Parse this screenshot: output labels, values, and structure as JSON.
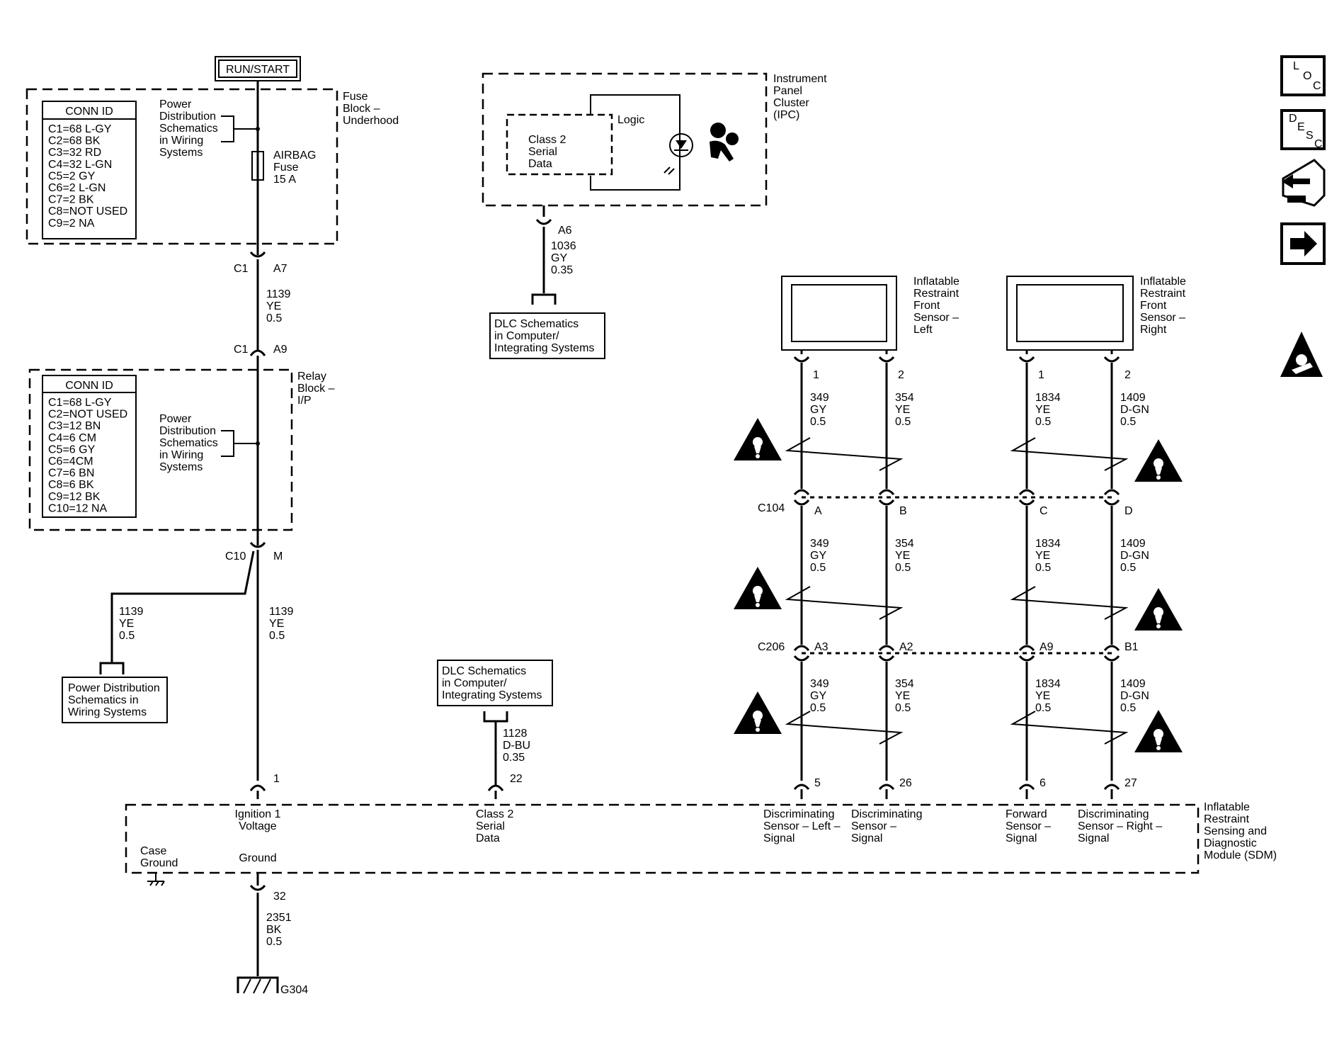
{
  "run_start": "RUN/START",
  "fuse_block": {
    "label": [
      "Fuse",
      "Block –",
      "Underhood"
    ],
    "conn_title": "CONN ID",
    "conn_list": [
      "C1=68 L-GY",
      "C2=68 BK",
      "C3=32 RD",
      "C4=32 L-GN",
      "C5=2 GY",
      "C6=2 L-GN",
      "C7=2 BK",
      "C8=NOT USED",
      "C9=2 NA"
    ],
    "power_ref": [
      "Power",
      "Distribution",
      "Schematics",
      "in Wiring",
      "Systems"
    ],
    "fuse_label": [
      "AIRBAG",
      "Fuse",
      "15 A"
    ]
  },
  "c1_top": {
    "left": "C1",
    "right": "A7"
  },
  "wire_1139_a": [
    "1139",
    "YE",
    "0.5"
  ],
  "c1_bottom": {
    "left": "C1",
    "right": "A9"
  },
  "relay_block": {
    "label": [
      "Relay",
      "Block –",
      "I/P"
    ],
    "conn_title": "CONN ID",
    "conn_list": [
      "C1=68 L-GY",
      "C2=NOT USED",
      "C3=12 BN",
      "C4=6 CM",
      "C5=6 GY",
      "C6=4CM",
      "C7=6 BN",
      "C8=6 BK",
      "C9=12 BK",
      "C10=12 NA"
    ],
    "power_ref": [
      "Power",
      "Distribution",
      "Schematics",
      "in Wiring",
      "Systems"
    ]
  },
  "c10": {
    "left": "C10",
    "right": "M"
  },
  "wire_1139_branch": [
    "1139",
    "YE",
    "0.5"
  ],
  "wire_1139_main": [
    "1139",
    "YE",
    "0.5"
  ],
  "power_dist_box": [
    "Power Distribution",
    "Schematics in",
    "Wiring Systems"
  ],
  "ipc": {
    "label": [
      "Instrument",
      "Panel",
      "Cluster",
      "(IPC)"
    ],
    "logic": "Logic",
    "class2": [
      "Class 2",
      "Serial",
      "Data"
    ],
    "pin": "A6",
    "wire": [
      "1036",
      "GY",
      "0.35"
    ]
  },
  "dlc_top": [
    "DLC Schematics",
    "in Computer/",
    "Integrating Systems"
  ],
  "dlc_bottom": [
    "DLC Schematics",
    "in Computer/",
    "Integrating Systems"
  ],
  "wire_1128": [
    "1128",
    "D-BU",
    "0.35"
  ],
  "sensor_left": {
    "label": [
      "Inflatable",
      "Restraint",
      "Front",
      "Sensor –",
      "Left"
    ],
    "pins": [
      "1",
      "2"
    ]
  },
  "sensor_right": {
    "label": [
      "Inflatable",
      "Restraint",
      "Front",
      "Sensor –",
      "Right"
    ],
    "pins": [
      "1",
      "2"
    ]
  },
  "circuits": [
    {
      "wire": [
        "349",
        "GY",
        "0.5"
      ],
      "c104": "A",
      "c206": "A3",
      "sdm_pin": "5"
    },
    {
      "wire": [
        "354",
        "YE",
        "0.5"
      ],
      "c104": "B",
      "c206": "A2",
      "sdm_pin": "26"
    },
    {
      "wire": [
        "1834",
        "YE",
        "0.5"
      ],
      "c104": "C",
      "c206": "A9",
      "sdm_pin": "6"
    },
    {
      "wire": [
        "1409",
        "D-GN",
        "0.5"
      ],
      "c104": "D",
      "c206": "B1",
      "sdm_pin": "27"
    }
  ],
  "c104_label": "C104",
  "c206_label": "C206",
  "sdm": {
    "label": [
      "Inflatable",
      "Restraint",
      "Sensing and",
      "Diagnostic",
      "Module (SDM)"
    ],
    "pin_ign": "1",
    "pin_class2": "22",
    "ign_label": [
      "Ignition 1",
      "Voltage"
    ],
    "class2_label": [
      "Class 2",
      "Serial",
      "Data"
    ],
    "disc_left": [
      "Discriminating",
      "Sensor – Left –",
      "Signal"
    ],
    "disc": [
      "Discriminating",
      "Sensor –",
      "Signal"
    ],
    "forward": [
      "Forward",
      "Sensor –",
      "Signal"
    ],
    "disc_right": [
      "Discriminating",
      "Sensor – Right –",
      "Signal"
    ],
    "case_ground": [
      "Case",
      "Ground"
    ],
    "ground": "Ground",
    "pin_ground": "32"
  },
  "wire_2351": [
    "2351",
    "BK",
    "0.5"
  ],
  "g304": "G304",
  "side_icons": {
    "loc": [
      "L",
      "O",
      "C"
    ],
    "desc": [
      "D",
      "E",
      "S",
      "C"
    ],
    "names": [
      "loc-icon",
      "desc-icon",
      "connector-tool-icon",
      "next-arrow-icon",
      "airbag-warning-icon"
    ]
  }
}
